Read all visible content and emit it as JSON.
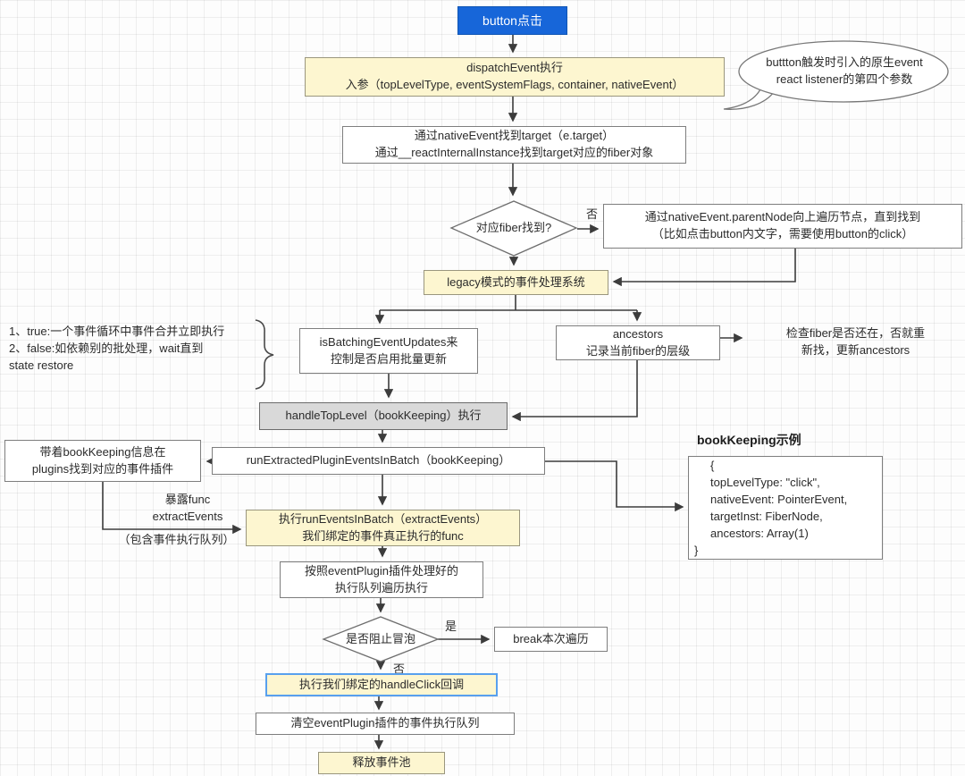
{
  "colors": {
    "node_blue": "#1766d9",
    "node_yellow": "#fdf6d0",
    "node_gray": "#d9d9d9",
    "highlight_border_blue": "#58a0ee",
    "arrow": "#3c3c3c"
  },
  "nodes": {
    "button_click": {
      "label": "button点击"
    },
    "dispatch": {
      "line1": "dispatchEvent执行",
      "line2": "入参（topLevelType, eventSystemFlags, container, nativeEvent）"
    },
    "bubble": {
      "line1": "buttton触发时引入的原生event",
      "line2": "react listener的第四个参数"
    },
    "find_target": {
      "line1": "通过nativeEvent找到target（e.target）",
      "line2": "通过__reactInternalInstance找到target对应的fiber对象"
    },
    "fiber_found": {
      "label": "对应fiber找到?"
    },
    "traverse_parent": {
      "line1": "通过nativeEvent.parentNode向上遍历节点，直到找到",
      "line2": "（比如点击button内文字，需要使用button的click）"
    },
    "legacy": {
      "label": "legacy模式的事件处理系统"
    },
    "batch_note": {
      "line1": "1、true:一个事件循环中事件合并立即执行",
      "line2": "2、false:如依赖别的批处理，wait直到",
      "line3": "state restore"
    },
    "is_batching": {
      "line1": "isBatchingEventUpdates来",
      "line2": "控制是否启用批量更新"
    },
    "ancestors": {
      "line1": "ancestors",
      "line2": "记录当前fiber的层级"
    },
    "check_fiber": {
      "line1": "检查fiber是否还在，否就重",
      "line2": "新找，更新ancestors"
    },
    "handle_top_level": {
      "label": "handleTopLevel（bookKeeping）执行"
    },
    "run_extracted": {
      "label": "runExtractedPluginEventsInBatch（bookKeeping）"
    },
    "with_bookkeeping": {
      "line1": "带着bookKeeping信息在",
      "line2": "plugins找到对应的事件插件"
    },
    "expose_func": {
      "line1": "暴露func",
      "line2": "extractEvents"
    },
    "queue_note": "（包含事件执行队列）",
    "run_events": {
      "line1": "执行runEventsInBatch（extractEvents）",
      "line2": "我们绑定的事件真正执行的func"
    },
    "bookkeeping_title": "bookKeeping示例",
    "bookkeeping_code": [
      "{",
      "topLevelType: \"click\",",
      "nativeEvent: PointerEvent,",
      "targetInst: FiberNode,",
      "ancestors: Array(1)",
      "}"
    ],
    "event_plugin": {
      "line1": "按照eventPlugin插件处理好的",
      "line2": "执行队列遍历执行"
    },
    "stop_bubble": {
      "label": "是否阻止冒泡"
    },
    "break_box": {
      "label": "break本次遍历"
    },
    "handle_click": {
      "label": "执行我们绑定的handleClick回调"
    },
    "clear_queue": {
      "label": "清空eventPlugin插件的事件执行队列"
    },
    "release_pool": {
      "label": "释放事件池"
    }
  },
  "edge_labels": {
    "fiber_no": "否",
    "bubble_yes": "是",
    "bubble_no": "否"
  }
}
